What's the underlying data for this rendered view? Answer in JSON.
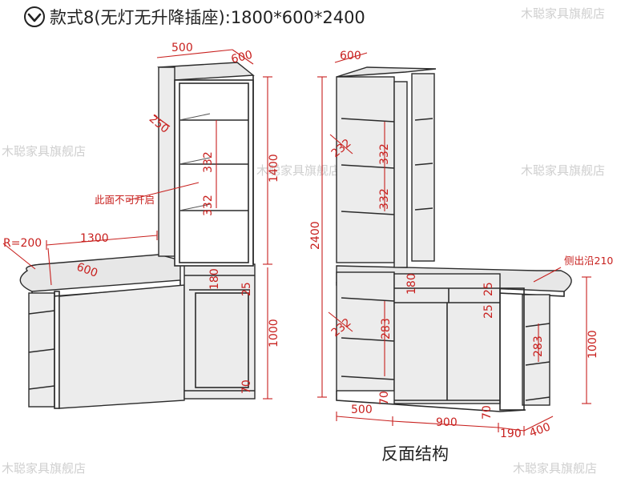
{
  "header": {
    "icon": "chevron-down-circle-icon",
    "title": "款式8(无灯无升降插座):1800*600*2400"
  },
  "caption": "反面结构",
  "watermark": "木聪家具旗舰店",
  "left_view": {
    "tower_width": "500",
    "tower_depth": "600",
    "tower_offset": "250",
    "shelf_gap_upper": "332",
    "shelf_gap_lower": "332",
    "tower_height": "1400",
    "note": "此面不可开启",
    "radius": "R=200",
    "counter_length": "1300",
    "counter_depth": "600",
    "drawer_height": "180",
    "drawer_gap": "25",
    "base_height": "1000",
    "plinth": "70"
  },
  "right_view": {
    "tower_depth": "600",
    "total_height": "2400",
    "shelf_depth_upper": "232",
    "shelf_gap_a": "332",
    "shelf_gap_b": "332",
    "overhang_note": "侧出沿210",
    "drawer_height": "180",
    "drawer_gap_top": "25",
    "drawer_gap_bottom": "25",
    "shelf_depth_lower": "232",
    "shelf_gap_lower": "283",
    "end_shelf_gap": "283",
    "base_height": "1000",
    "plinth_left": "70",
    "plinth_right": "70",
    "width_left": "500",
    "width_mid": "900",
    "width_end": "190",
    "end_depth": "400"
  }
}
